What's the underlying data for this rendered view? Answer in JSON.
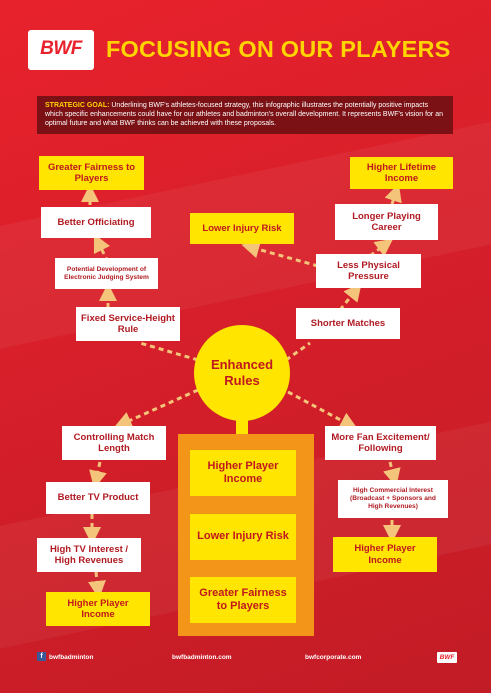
{
  "header": {
    "logo_text": "BWF",
    "title": "FOCUSING ON OUR PLAYERS"
  },
  "goal": {
    "label": "STRATEGIC GOAL:",
    "text": " Underlining BWF's athletes-focused strategy, this infographic illustrates the potentially positive impacts which specific enhancements could have for our athletes and badminton's overall development. It represents BWF's vision for an optimal future and what BWF thinks can be achieved with these proposals."
  },
  "hub": {
    "label": "Enhanced Rules"
  },
  "left_branch": {
    "greater_fairness": "Greater Fairness to Players",
    "better_officiating": "Better Officiating",
    "electronic_judging": "Potential Development of Electronic Judging System",
    "fixed_service_height": "Fixed Service-Height Rule"
  },
  "right_branch": {
    "higher_lifetime_income": "Higher Lifetime Income",
    "longer_playing_career": "Longer Playing Career",
    "lower_injury_risk": "Lower Injury Risk",
    "less_physical_pressure": "Less Physical Pressure",
    "shorter_matches": "Shorter Matches"
  },
  "bottom_left": {
    "controlling_match_length": "Controlling Match Length",
    "better_tv_product": "Better TV Product",
    "high_tv_interest": "High TV Interest / High Revenues",
    "higher_player_income": "Higher Player Income"
  },
  "center_column": {
    "higher_player_income": "Higher Player Income",
    "lower_injury_risk": "Lower Injury Risk",
    "greater_fairness": "Greater Fairness to Players"
  },
  "bottom_right": {
    "more_fan_excitement": "More Fan Excitement/ Following",
    "high_commercial_interest": "High Commercial Interest (Broadcast + Sponsors and High Revenues)",
    "higher_player_income": "Higher Player Income"
  },
  "footer": {
    "facebook_icon": "facebook-icon",
    "facebook": "bwfbadminton",
    "site1": "bwfbadminton.com",
    "site2": "bwfcorporate.com",
    "logo_text": "BWF"
  },
  "colors": {
    "background": "#e0202a",
    "title": "#ffd400",
    "box_yellow": "#ffe500",
    "box_white": "#ffffff",
    "text_red": "#c0181f",
    "center_column": "#f29518",
    "goal_box": "#7b1115"
  }
}
